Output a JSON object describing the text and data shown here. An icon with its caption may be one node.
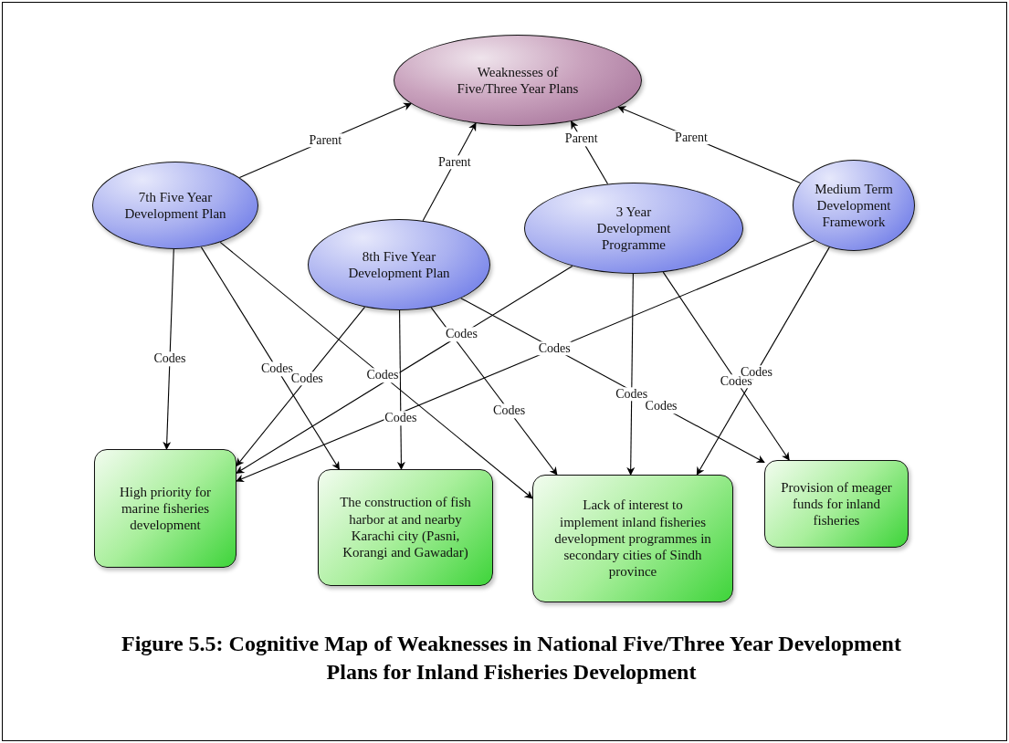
{
  "diagram": {
    "caption": "Figure 5.5: Cognitive Map of Weaknesses in National Five/Three Year Development Plans for Inland Fisheries Development",
    "nodes": [
      {
        "text": [
          "Weaknesses of Five/Three Year Plans"
        ]
      },
      {
        "text": [
          "7th Five Year Development Plan"
        ]
      },
      {
        "text": [
          "8th Five Year Development Plan"
        ]
      },
      {
        "text": [
          "3 Year Development Programme"
        ]
      },
      {
        "text": [
          "Medium Term Development Framework"
        ]
      },
      {
        "text": [
          "High priority for marine fisheries development"
        ]
      },
      {
        "text": [
          "The construction of fish harbor at and nearby Karachi city (Pasni, Korangi and Gawadar)"
        ]
      },
      {
        "text": [
          "Lack of interest to implement inland fisheries development programmes in secondary cities of Sindh province"
        ]
      },
      {
        "text": [
          "Provision of meager funds for inland fisheries"
        ]
      }
    ],
    "edges": [
      {
        "from": 1,
        "to": 0,
        "arrow": "to",
        "label": "Parent"
      },
      {
        "from": 2,
        "to": 0,
        "arrow": "to",
        "label": "Parent"
      },
      {
        "from": 3,
        "to": 0,
        "arrow": "to",
        "label": "Parent"
      },
      {
        "from": 4,
        "to": 0,
        "arrow": "to",
        "label": "Parent"
      },
      {
        "from": 1,
        "to": 5,
        "arrow": "to",
        "label": "Codes"
      },
      {
        "from": 1,
        "to": 6,
        "arrow": "to",
        "label": "Codes"
      },
      {
        "from": 1,
        "to": 7,
        "arrow": "to",
        "label": "Codes"
      },
      {
        "from": 2,
        "to": 5,
        "arrow": "to",
        "label": "Codes"
      },
      {
        "from": 2,
        "to": 6,
        "arrow": "to",
        "label": "Codes"
      },
      {
        "from": 2,
        "to": 7,
        "arrow": "to",
        "label": "Codes"
      },
      {
        "from": 2,
        "to": 8,
        "arrow": "to",
        "label": "Codes"
      },
      {
        "from": 3,
        "to": 5,
        "arrow": "to",
        "label": "Codes"
      },
      {
        "from": 3,
        "to": 7,
        "arrow": "to",
        "label": "Codes"
      },
      {
        "from": 3,
        "to": 8,
        "arrow": "to",
        "label": "Codes"
      },
      {
        "from": 4,
        "to": 5,
        "arrow": "to",
        "label": "Codes"
      },
      {
        "from": 4,
        "to": 7,
        "arrow": "to",
        "label": "Codes"
      }
    ]
  }
}
